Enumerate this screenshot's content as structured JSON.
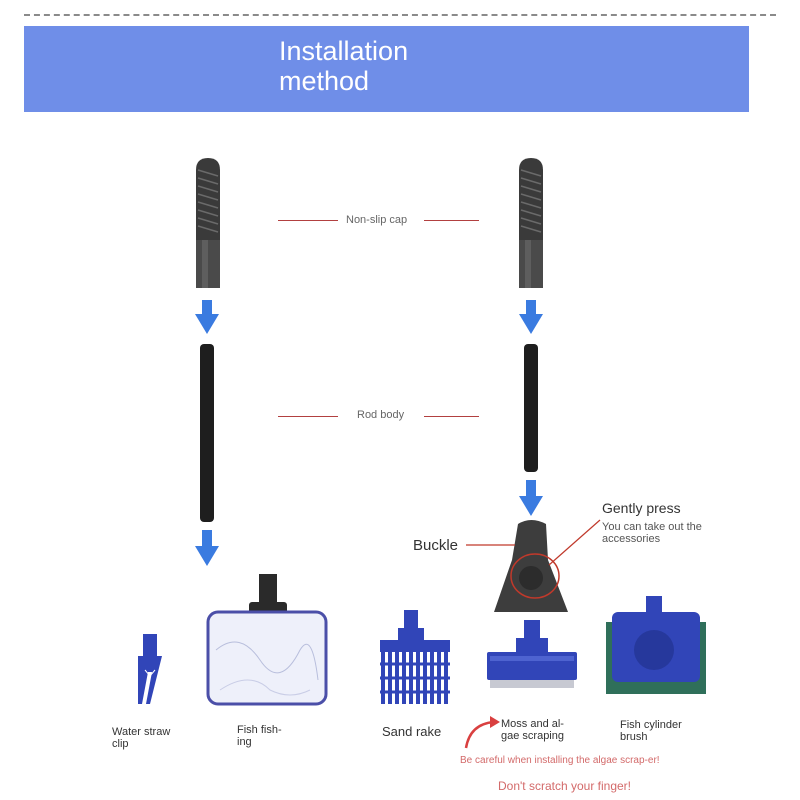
{
  "header": {
    "title": "Installation\nmethod"
  },
  "parts": {
    "cap_label": "Non-slip cap",
    "rod_label": "Rod body"
  },
  "callouts": {
    "gently_title": "Gently press",
    "gently_sub": "You can take out the accessories",
    "buckle": "Buckle"
  },
  "accessories": {
    "water_straw_clip": "Water straw clip",
    "fish_fishing": "Fish fish-ing",
    "sand_rake": "Sand rake",
    "moss_scraping": "Moss and al-gae scraping",
    "fish_cylinder_brush": "Fish cylinder brush"
  },
  "warning": {
    "line1": "Be careful when installing the algae scrap-er!",
    "line2": "Don't scratch your finger!"
  },
  "colors": {
    "header_bg": "#6f8ee8",
    "arrow_blue": "#3a7be0",
    "accessory_blue": "#3145b8",
    "warning_red": "#d36a6a",
    "line_red": "#b24040"
  }
}
